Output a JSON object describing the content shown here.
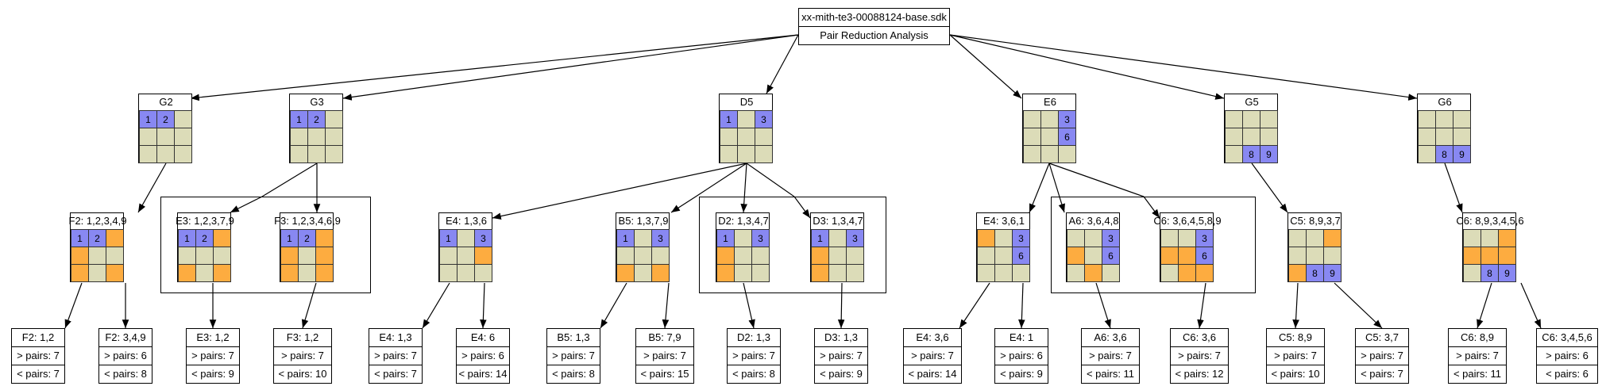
{
  "colors": {
    "empty": "#dcdcb8",
    "blue": "#8888f2",
    "orange": "#fdac40",
    "stroke": "#000000"
  },
  "root": {
    "title": "xx-mith-te3-00088124-base.sdk",
    "subtitle": "Pair Reduction Analysis"
  },
  "grids": [
    {
      "id": "g2",
      "label": "G2",
      "cells": [
        "B1",
        "B2",
        "E",
        "E",
        "E",
        "E",
        "E",
        "E",
        "E"
      ]
    },
    {
      "id": "g3",
      "label": "G3",
      "cells": [
        "B1",
        "B2",
        "E",
        "E",
        "E",
        "E",
        "E",
        "E",
        "E"
      ]
    },
    {
      "id": "d5",
      "label": "D5",
      "cells": [
        "B1",
        "E",
        "B3",
        "E",
        "E",
        "E",
        "E",
        "E",
        "E"
      ]
    },
    {
      "id": "e6",
      "label": "E6",
      "cells": [
        "E",
        "E",
        "B3",
        "E",
        "E",
        "B6",
        "E",
        "E",
        "E"
      ]
    },
    {
      "id": "g5",
      "label": "G5",
      "cells": [
        "E",
        "E",
        "E",
        "E",
        "E",
        "E",
        "E",
        "B8",
        "B9"
      ]
    },
    {
      "id": "g6",
      "label": "G6",
      "cells": [
        "E",
        "E",
        "E",
        "E",
        "E",
        "E",
        "E",
        "B8",
        "B9"
      ]
    },
    {
      "id": "f2",
      "label": "F2: 1,2,3,4,9",
      "cells": [
        "B1",
        "B2",
        "O",
        "O",
        "E",
        "E",
        "O",
        "E",
        "O"
      ]
    },
    {
      "id": "e3",
      "label": "E3: 1,2,3,7,9",
      "cells": [
        "B1",
        "B2",
        "O",
        "E",
        "E",
        "E",
        "O",
        "E",
        "O"
      ]
    },
    {
      "id": "f3",
      "label": "F3: 1,2,3,4,6,9",
      "cells": [
        "B1",
        "B2",
        "O",
        "O",
        "E",
        "O",
        "O",
        "E",
        "O"
      ]
    },
    {
      "id": "e4a",
      "label": "E4: 1,3,6",
      "cells": [
        "B1",
        "E",
        "B3",
        "E",
        "E",
        "O",
        "E",
        "E",
        "E"
      ]
    },
    {
      "id": "b5",
      "label": "B5: 1,3,7,9",
      "cells": [
        "B1",
        "E",
        "B3",
        "E",
        "E",
        "E",
        "O",
        "E",
        "O"
      ]
    },
    {
      "id": "d2",
      "label": "D2: 1,3,4,7",
      "cells": [
        "B1",
        "E",
        "B3",
        "O",
        "E",
        "E",
        "O",
        "E",
        "E"
      ]
    },
    {
      "id": "d3",
      "label": "D3: 1,3,4,7",
      "cells": [
        "B1",
        "E",
        "B3",
        "O",
        "E",
        "E",
        "O",
        "E",
        "E"
      ]
    },
    {
      "id": "e4b",
      "label": "E4: 3,6,1",
      "cells": [
        "O",
        "E",
        "B3",
        "E",
        "E",
        "B6",
        "E",
        "E",
        "E"
      ]
    },
    {
      "id": "a6",
      "label": "A6: 3,6,4,8",
      "cells": [
        "E",
        "E",
        "B3",
        "O",
        "E",
        "B6",
        "E",
        "O",
        "E"
      ]
    },
    {
      "id": "c6a",
      "label": "C6: 3,6,4,5,8,9",
      "cells": [
        "E",
        "E",
        "B3",
        "O",
        "O",
        "B6",
        "E",
        "O",
        "O"
      ]
    },
    {
      "id": "c5",
      "label": "C5: 8,9,3,7",
      "cells": [
        "E",
        "E",
        "O",
        "E",
        "E",
        "E",
        "O",
        "B8",
        "B9"
      ]
    },
    {
      "id": "c6b",
      "label": "C6: 8,9,3,4,5,6",
      "cells": [
        "E",
        "E",
        "O",
        "O",
        "O",
        "O",
        "E",
        "B8",
        "B9"
      ]
    }
  ],
  "leaves": [
    {
      "id": "l1",
      "title": "F2: 1,2",
      "gt": "> pairs: 7",
      "lt": "< pairs: 7"
    },
    {
      "id": "l2",
      "title": "F2: 3,4,9",
      "gt": "> pairs: 6",
      "lt": "< pairs: 8"
    },
    {
      "id": "l3",
      "title": "E3: 1,2",
      "gt": "> pairs: 7",
      "lt": "< pairs: 9"
    },
    {
      "id": "l4",
      "title": "F3: 1,2",
      "gt": "> pairs: 7",
      "lt": "< pairs: 10"
    },
    {
      "id": "l5",
      "title": "E4: 1,3",
      "gt": "> pairs: 7",
      "lt": "< pairs: 7"
    },
    {
      "id": "l6",
      "title": "E4: 6",
      "gt": "> pairs: 6",
      "lt": "< pairs: 14"
    },
    {
      "id": "l7",
      "title": "B5: 1,3",
      "gt": "> pairs: 7",
      "lt": "< pairs: 8"
    },
    {
      "id": "l8",
      "title": "B5: 7,9",
      "gt": "> pairs: 7",
      "lt": "< pairs: 15"
    },
    {
      "id": "l9",
      "title": "D2: 1,3",
      "gt": "> pairs: 7",
      "lt": "< pairs: 8"
    },
    {
      "id": "l10",
      "title": "D3: 1,3",
      "gt": "> pairs: 7",
      "lt": "< pairs: 9"
    },
    {
      "id": "l11",
      "title": "E4: 3,6",
      "gt": "> pairs: 7",
      "lt": "< pairs: 14"
    },
    {
      "id": "l12",
      "title": "E4: 1",
      "gt": "> pairs: 6",
      "lt": "< pairs: 9"
    },
    {
      "id": "l13",
      "title": "A6: 3,6",
      "gt": "> pairs: 7",
      "lt": "< pairs: 11"
    },
    {
      "id": "l14",
      "title": "C6: 3,6",
      "gt": "> pairs: 7",
      "lt": "< pairs: 12"
    },
    {
      "id": "l15",
      "title": "C5: 8,9",
      "gt": "> pairs: 7",
      "lt": "< pairs: 10"
    },
    {
      "id": "l16",
      "title": "C5: 3,7",
      "gt": "> pairs: 7",
      "lt": "< pairs: 7"
    },
    {
      "id": "l17",
      "title": "C6: 8,9",
      "gt": "> pairs: 7",
      "lt": "< pairs: 11"
    },
    {
      "id": "l18",
      "title": "C6: 3,4,5,6",
      "gt": "> pairs: 6",
      "lt": "< pairs: 6"
    }
  ]
}
